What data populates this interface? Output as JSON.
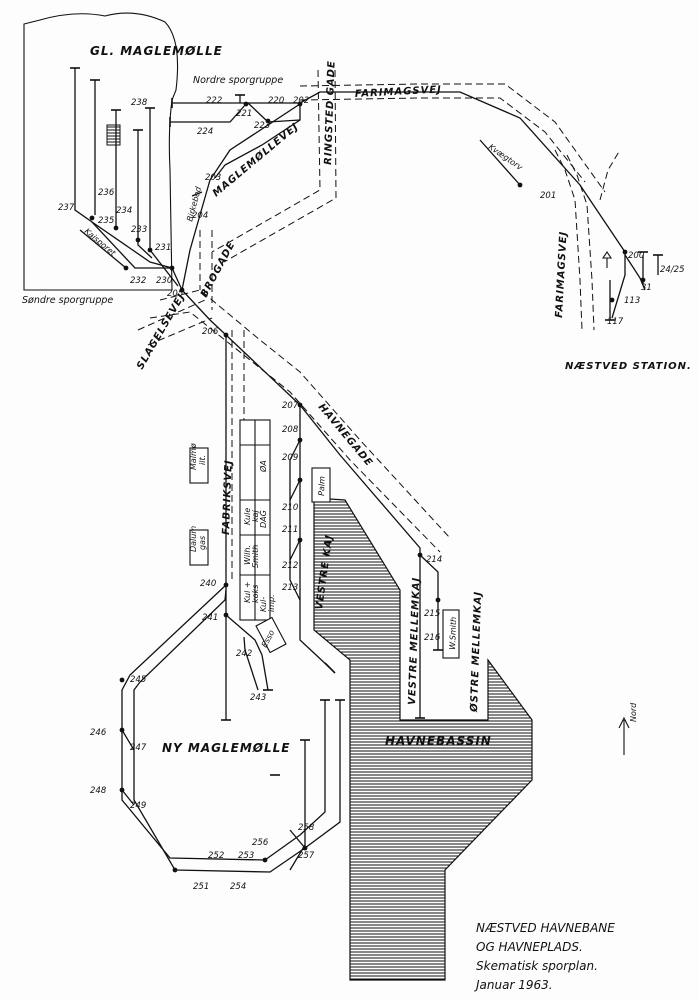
{
  "areas": {
    "gl_maglemolle": "GL. MAGLEMØLLE",
    "ny_maglemolle": "NY MAGLEMØLLE",
    "havnebassin": "HAVNEBASSIN",
    "naestved_station": "NÆSTVED STATION."
  },
  "groups": {
    "nordre": "Nordre sporgruppe",
    "sondre": "Søndre sporgruppe"
  },
  "streets": {
    "farimagsvej": "FARIMAGSVEJ",
    "farimagsvej_2": "FARIMAGSVEJ",
    "ringsted_gade": "RINGSTED GADE",
    "maglemollevej": "MAGLEMØLLEVEJ",
    "brogade": "BROGADE",
    "slagelsevej": "SLAGELSEVEJ",
    "havnegade": "HAVNEGADE",
    "fabriksvej": "FABRIKSVEJ"
  },
  "quays": {
    "vestre_kaj": "VESTRE KAJ",
    "vestre_mellemkaj": "VESTRE MELLEMKAJ",
    "ostre_mellemkaj": "ØSTRE MELLEMKAJ"
  },
  "tracks": {
    "kajsporet": "Kajsporet",
    "birkebod": "Birkebod",
    "kvaegtorv": "Kvægtorv"
  },
  "buildings": {
    "palm": "Palm",
    "esso": "Esso",
    "w_smith": "W.Smith",
    "malmo_ilt_1": "Malmø",
    "malmo_ilt_2": "ilt.",
    "dalum_gas_1": "Dalum",
    "dalum_gas_2": "gas",
    "oa": "ØA",
    "dag": "DAG",
    "kule_kaj": "Kule",
    "kule_kaj_2": "kaj",
    "wilh_smith_1": "Wilh.",
    "wilh_smith_2": "Smith",
    "kul_koks_1": "Kul +",
    "kul_koks_2": "koks",
    "kul_imp_1": "Kul-",
    "kul_imp_2": "imp."
  },
  "switches": {
    "s200": "200",
    "s201": "201",
    "s202": "202",
    "s203": "203",
    "s204": "204",
    "s205": "205",
    "s206": "206",
    "s207": "207",
    "s208": "208",
    "s209": "209",
    "s210": "210",
    "s211": "211",
    "s212": "212",
    "s213": "213",
    "s214": "214",
    "s215": "215",
    "s216": "216",
    "s220": "220",
    "s221": "221",
    "s222": "222",
    "s223": "223",
    "s224": "224",
    "s230": "230",
    "s231": "231",
    "s232": "232",
    "s233": "233",
    "s234": "234",
    "s235": "235",
    "s236": "236",
    "s237": "237",
    "s238": "238",
    "s240": "240",
    "s241": "241",
    "s242": "242",
    "s243": "243",
    "s245": "245",
    "s246": "246",
    "s247": "247",
    "s248": "248",
    "s249": "249",
    "s251": "251",
    "s252": "252",
    "s253": "253",
    "s254": "254",
    "s256": "256",
    "s257": "257",
    "s258": "258",
    "s31": "31",
    "s113": "113",
    "s117": "117",
    "s24_25": "24/25"
  },
  "north": "Nord",
  "title": {
    "line1": "NÆSTVED HAVNEBANE",
    "line2": "OG HAVNEPLADS.",
    "line3": "Skematisk sporplan.",
    "line4": "Januar 1963."
  }
}
